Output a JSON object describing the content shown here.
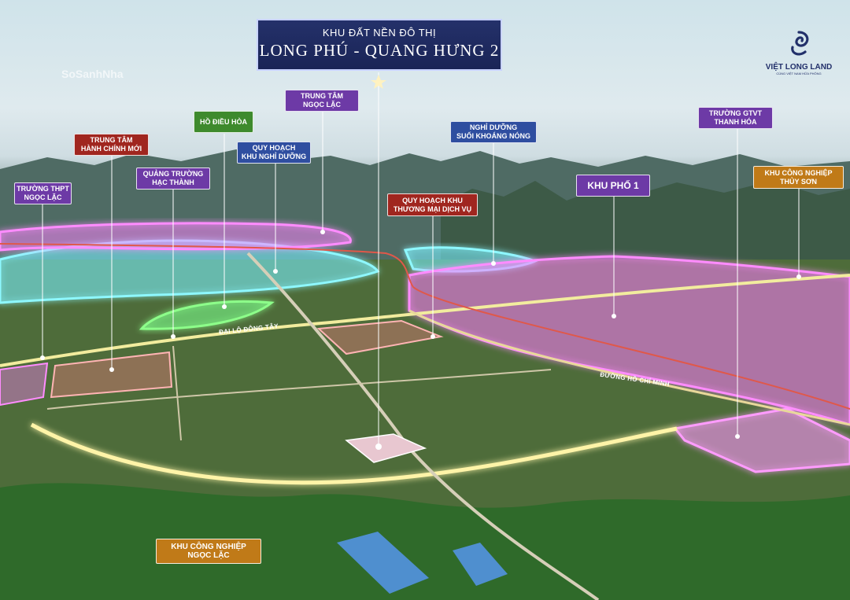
{
  "title": {
    "subtitle": "KHU ĐẤT NỀN ĐÔ THỊ",
    "main": "LONG PHÚ - QUANG HƯNG 2"
  },
  "logo": {
    "name": "VIỆT LONG LAND",
    "slogan": "CÙNG VIỆT NAM HỮA PHÔNG",
    "color": "#22306a"
  },
  "watermark": "SoSanhNha",
  "colors": {
    "purple": "#6d3aa6",
    "red": "#a0261f",
    "green": "#3e8a2d",
    "blue": "#2f4ea0",
    "orange": "#c07a18",
    "glow_pink": "#ff7cff",
    "glow_cyan": "#7ff6ff",
    "glow_green": "#7dff7a",
    "glow_yellow": "#fff7a6"
  },
  "labels": {
    "thpt": "TRƯỜNG THPT\nNGỌC LẶC",
    "hanh_chinh": "TRUNG TÂM\nHÀNH CHÍNH MỚI",
    "quang_truong": "QUẢNG TRƯỜNG\nHẠC THÀNH",
    "ho_dieu_hoa": "HỒ ĐIỀU HÒA",
    "khu_nghi_duong": "QUY HOẠCH\nKHU NGHỈ DƯỠNG",
    "trung_tam": "TRUNG TÂM\nNGỌC LẶC",
    "thuong_mai": "QUY HOẠCH KHU\nTHƯƠNG MẠI DỊCH VỤ",
    "suoi_khoang": "NGHỈ DƯỠNG\nSUỐI KHOÁNG NÓNG",
    "khu_pho": "KHU PHỐ 1",
    "gtvt": "TRƯỜNG GTVT\nTHANH HÓA",
    "kcn_thuy_son": "KHU CÔNG NGHIỆP\nTHỦY SƠN",
    "kcn_ngoc_lac": "KHU CÔNG NGHIỆP\nNGỌC LẶC"
  },
  "roads": {
    "dong_tay": "ĐẠI LỘ ĐÔNG TÂY",
    "ho_chi_minh": "ĐƯỜNG HỒ CHÍ MINH"
  }
}
